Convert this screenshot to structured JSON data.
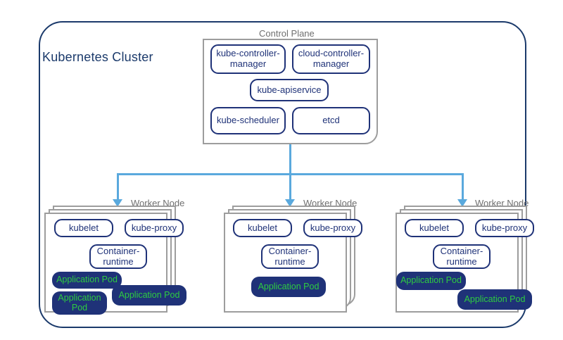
{
  "diagram": {
    "cluster_title": "Kubernetes Cluster",
    "control_plane": {
      "label": "Control Plane",
      "components": [
        "kube-controller-manager",
        "cloud-controller-manager",
        "kube-apiservice",
        "kube-scheduler",
        "etcd"
      ]
    },
    "worker_nodes": [
      {
        "label": "Worker Node",
        "components": [
          "kubelet",
          "kube-proxy",
          "Container-runtime"
        ],
        "pods": [
          "Application Pod",
          "Application Pod",
          "Application Pod"
        ]
      },
      {
        "label": "Worker Node",
        "components": [
          "kubelet",
          "kube-proxy",
          "Container-runtime"
        ],
        "pods": [
          "Application Pod"
        ]
      },
      {
        "label": "Worker Node",
        "components": [
          "kubelet",
          "kube-proxy",
          "Container-runtime"
        ],
        "pods": [
          "Application Pod",
          "Application Pod"
        ]
      }
    ],
    "colors": {
      "cluster_border": "#1b3a6b",
      "panel_border": "#9d9d9d",
      "panel_label": "#6f6f6f",
      "component_navy": "#1f3278",
      "pod_fill": "#1f3278",
      "pod_text": "#2ecc40",
      "connector": "#5aa9dd",
      "background": "#ffffff"
    }
  }
}
